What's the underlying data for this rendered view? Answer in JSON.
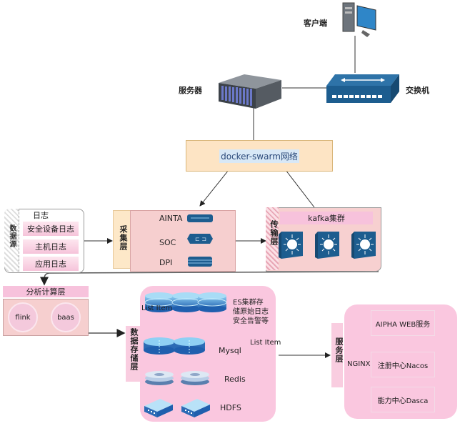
{
  "top": {
    "client_label": "客户端",
    "server_label": "服务器",
    "switch_label": "交换机"
  },
  "docker": {
    "label": "docker-swarm网络"
  },
  "data_source": {
    "layer_label": "数据源",
    "title": "日志",
    "items": [
      "安全设备日志",
      "主机日志",
      "应用日志"
    ]
  },
  "collection": {
    "layer_label": "采集层",
    "items": [
      "AINTA",
      "SOC",
      "DPI"
    ]
  },
  "transport": {
    "layer_label": "传输层",
    "cluster_label": "kafka集群",
    "node_count": 3
  },
  "analysis": {
    "title": "分析计算层",
    "engines": [
      "flink",
      "baas"
    ]
  },
  "storage": {
    "layer_label": "数据存储层",
    "overlay_label": "List Item",
    "es_label": "ES集群存储原始日志安全告警等",
    "es_lines": [
      "ES集群存",
      "储原始日志",
      "安全告警等"
    ],
    "items": [
      "Mysql",
      "Redis",
      "HDFS"
    ],
    "list_item_label": "List Item"
  },
  "service": {
    "layer_label": "服务层",
    "gateway": "NGINX",
    "items": [
      "AIPHA WEB服务",
      "注册中心Nacos",
      "能力中心Dasca"
    ]
  },
  "colors": {
    "device_blue": "#1d5d8f",
    "pink": "#fac7df",
    "peach": "#fde4c4",
    "rose": "#f6cfcf"
  }
}
